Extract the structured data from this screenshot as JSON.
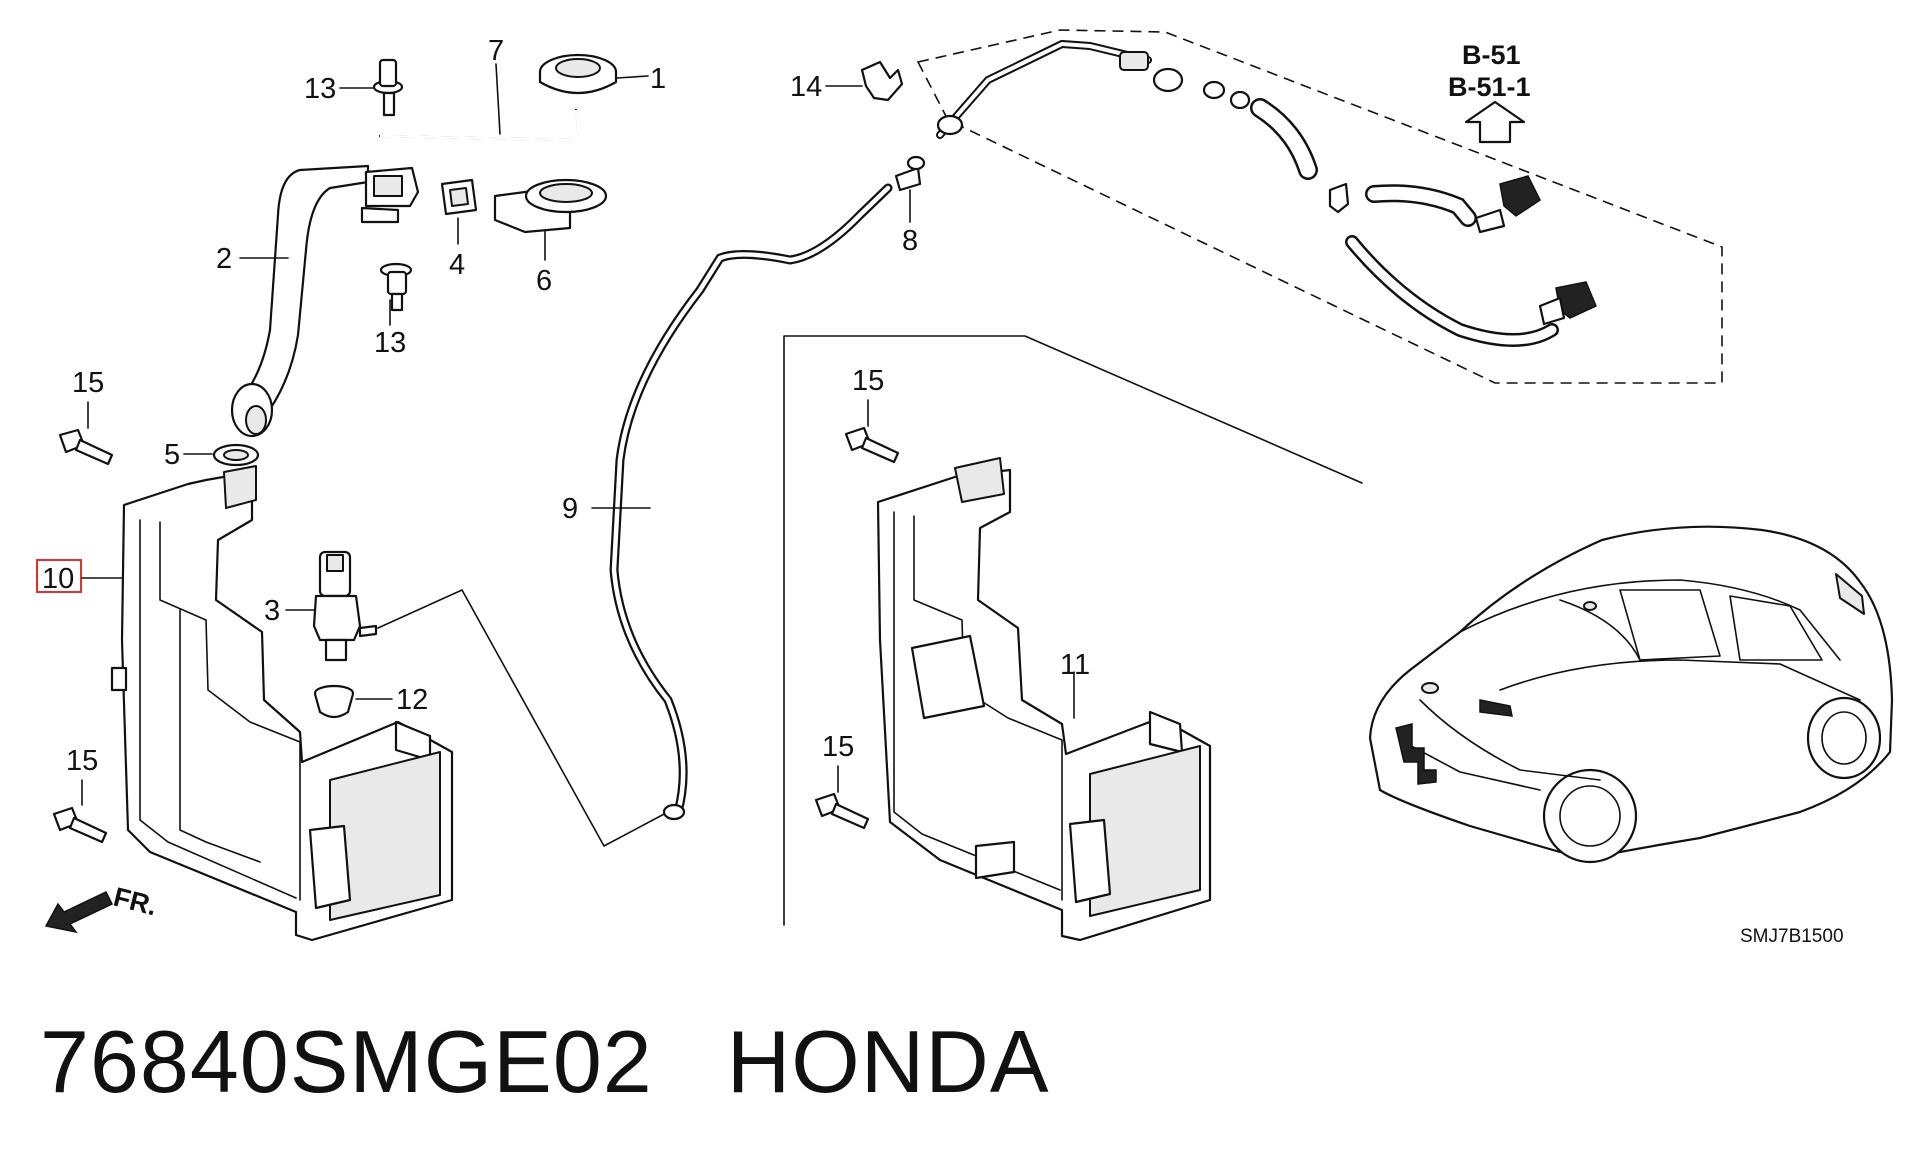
{
  "callouts": {
    "c1": "1",
    "c2": "2",
    "c3": "3",
    "c4": "4",
    "c5": "5",
    "c6": "6",
    "c7": "7",
    "c8": "8",
    "c9": "9",
    "c10": "10",
    "c11": "11",
    "c12": "12",
    "c13a": "13",
    "c13b": "13",
    "c14": "14",
    "c15a": "15",
    "c15b": "15",
    "c15c": "15",
    "c15d": "15"
  },
  "reference": {
    "line1": "B-51",
    "line2": "B-51-1"
  },
  "direction_label": "FR.",
  "diagram_code": "SMJ7B1500",
  "caption": {
    "part_number": "76840SMGE02",
    "brand": "HONDA"
  },
  "colors": {
    "highlight": "#e03030",
    "ink": "#111111"
  }
}
